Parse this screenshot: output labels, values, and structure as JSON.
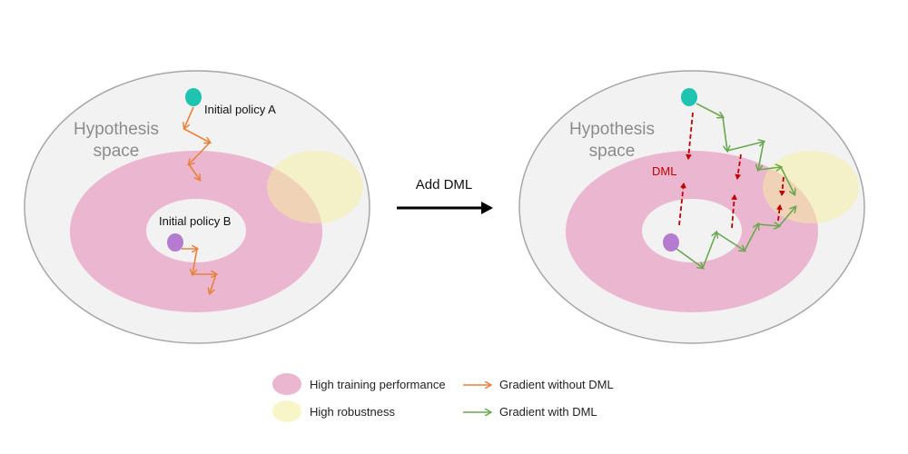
{
  "left_panel": {
    "space_label_line1": "Hypothesis",
    "space_label_line2": "space",
    "policy_a_label": "Initial policy A",
    "policy_b_label": "Initial policy B"
  },
  "right_panel": {
    "space_label_line1": "Hypothesis",
    "space_label_line2": "space",
    "dml_label": "DML"
  },
  "transition": {
    "label": "Add DML"
  },
  "legend": {
    "items": [
      {
        "label": "High training performance",
        "kind": "region",
        "color": "#ebb6cf"
      },
      {
        "label": "High robustness",
        "kind": "region",
        "color": "#f8f6c8"
      },
      {
        "label": "Gradient without DML",
        "kind": "arrow",
        "color": "#e8823a"
      },
      {
        "label": "Gradient with DML",
        "kind": "arrow",
        "color": "#6aa84f"
      }
    ]
  },
  "colors": {
    "hypothesis_fill": "#f2f2f2",
    "hypothesis_stroke": "#a6a6a6",
    "performance_region": "#ebb6cf",
    "robustness_region": "#f8f6c8",
    "policy_a": "#1fc4b0",
    "policy_b": "#b57bd0",
    "gradient_without_dml": "#e8823a",
    "gradient_with_dml": "#6aa84f",
    "dml_arrow": "#c00000",
    "space_label": "#8c8c8c"
  }
}
